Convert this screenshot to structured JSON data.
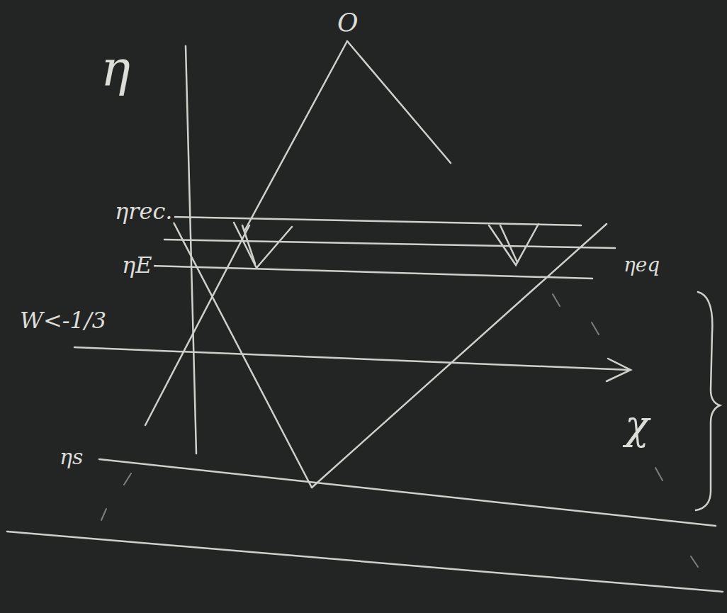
{
  "diagram": {
    "labels": [
      "O",
      "η",
      "ηrec.",
      "ηE",
      "ηeq",
      "W<-1/3",
      "χ",
      "ηs"
    ]
  }
}
